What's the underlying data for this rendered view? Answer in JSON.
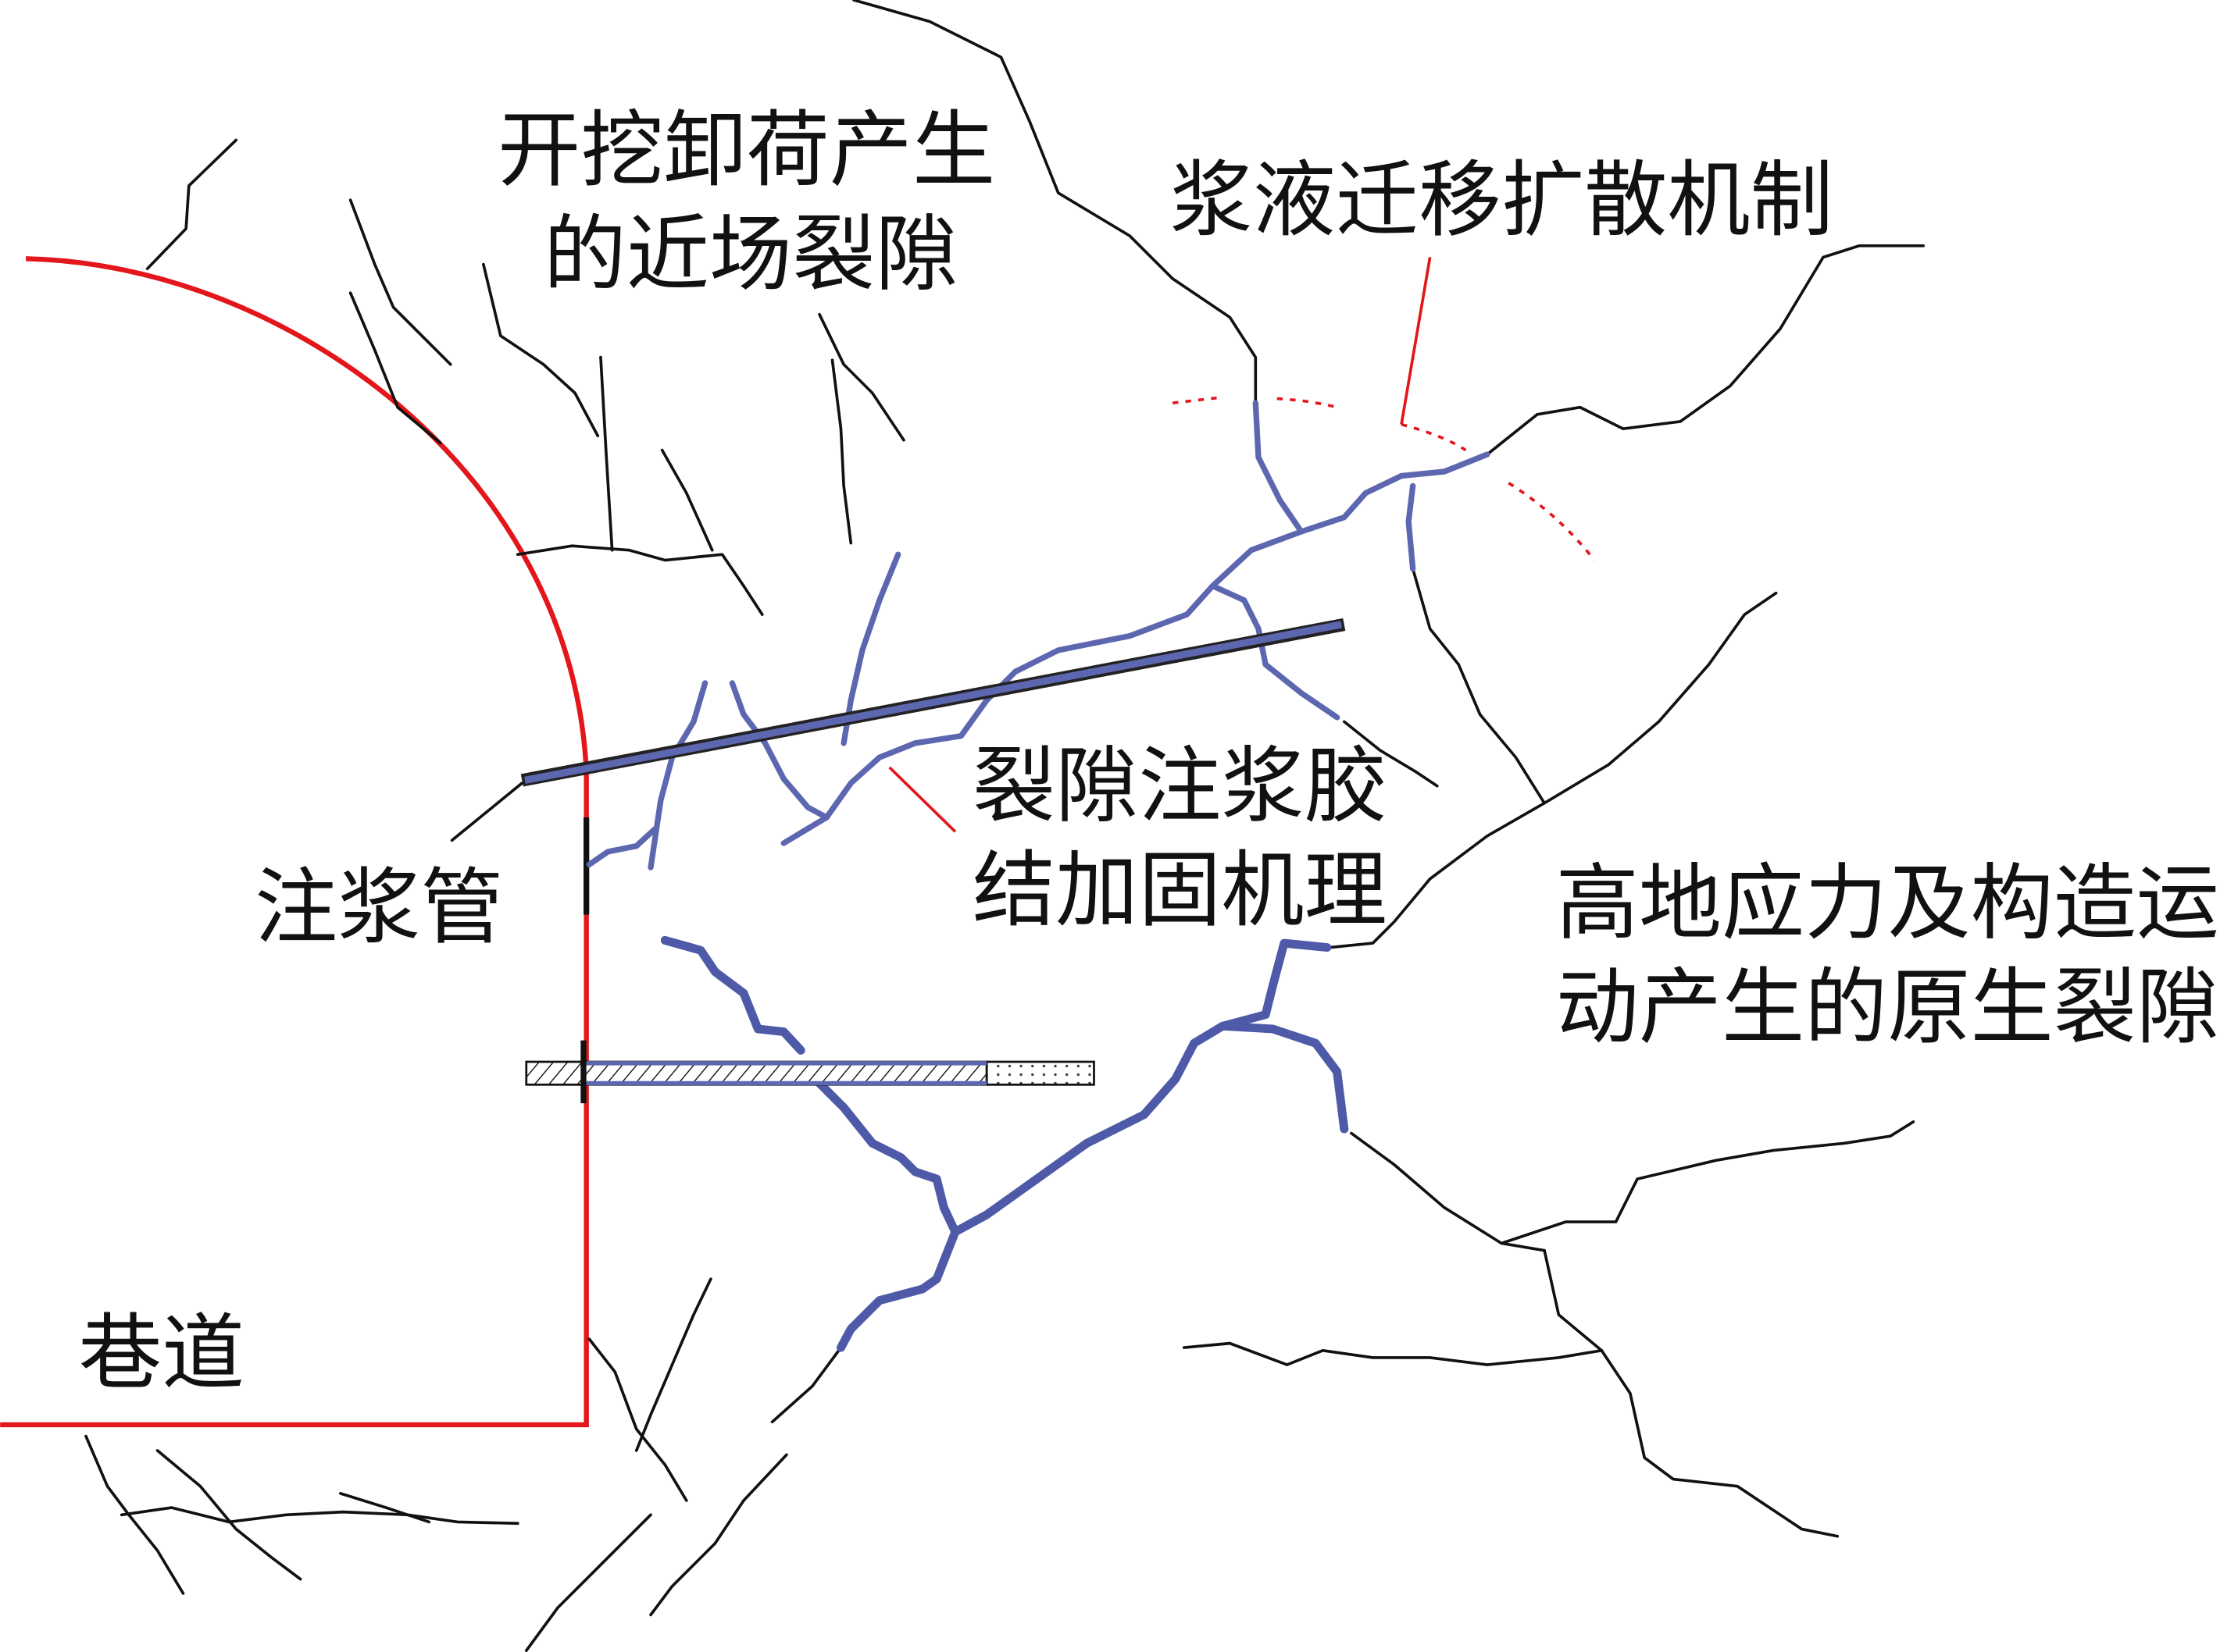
{
  "labels": {
    "near_field_cracks_line1": "开挖卸荷产生",
    "near_field_cracks_line2": "的近场裂隙",
    "grout_migration": "浆液迁移扩散机制",
    "grout_reinforcement_line1": "裂隙注浆胶",
    "grout_reinforcement_line2": "结加固机理",
    "grouting_pipe": "注浆管",
    "primary_cracks_line1": "高地应力及构造运",
    "primary_cracks_line2": "动产生的原生裂隙",
    "tunnel": "巷道"
  },
  "colors": {
    "tunnel_outline": "#e3161b",
    "grouted_crack": "#5c67b0",
    "crack": "#111111"
  }
}
